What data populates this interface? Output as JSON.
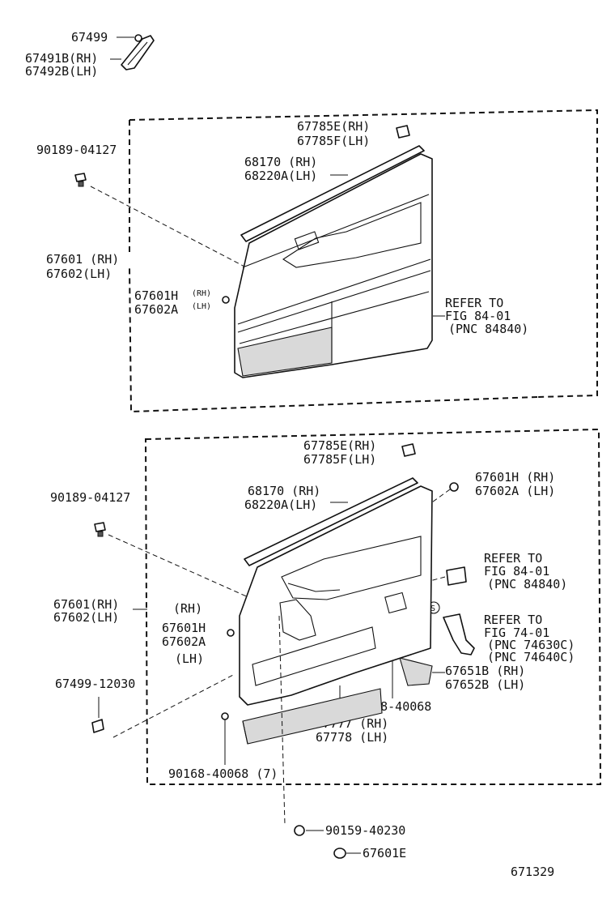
{
  "top_clip": {
    "part_clip": "67499",
    "part_rh": "67491B(RH)",
    "part_lh": "67492B(LH)"
  },
  "upper": {
    "cover_rh": "67785E(RH)",
    "cover_lh": "67785F(LH)",
    "clip": "90189-04127",
    "weather_rh": "68170 (RH)",
    "weather_lh": "68220A(LH)",
    "panel_rh": "67601 (RH)",
    "panel_lh": "67602(LH)",
    "sub_main_1": "67601H",
    "sub_sup_1": "(RH)",
    "sub_main_2": "67602A",
    "sub_sup_2": "(LH)",
    "ref_1": "REFER TO",
    "ref_2": "FIG 84-01",
    "ref_3": "(PNC 84840)"
  },
  "lower": {
    "cover_rh": "67785E(RH)",
    "cover_lh": "67785F(LH)",
    "clip": "90189-04127",
    "weather_rh": "68170 (RH)",
    "weather_lh": "68220A(LH)",
    "clip2_rh": "67601H (RH)",
    "clip2_lh": "67602A (LH)",
    "ref_a1": "REFER TO",
    "ref_a2": "FIG 84-01",
    "ref_a3": "(PNC 84840)",
    "panel_rh": "67601(RH)",
    "panel_lh": "67602(LH)",
    "side_rh": "(RH)",
    "side_h": "67601H",
    "side_a": "67602A",
    "side_lh": "(LH)",
    "ref_b1": "REFER TO",
    "ref_b2": "FIG 74-01",
    "ref_b3": "(PNC 74630C)",
    "ref_b4": "(PNC 74640C)",
    "grille_rh": "67651B (RH)",
    "grille_lh": "67652B (LH)",
    "screw": "90168-40068",
    "pocket_rh": "67777 (RH)",
    "pocket_lh": "67778 (LH)",
    "clip3": "67499-12030",
    "screw_qty": "90168-40068 (7)",
    "s_mark": "S"
  },
  "bottom": {
    "bolt": "90159-40230",
    "cap": "67601E"
  },
  "figure_no": "671329"
}
